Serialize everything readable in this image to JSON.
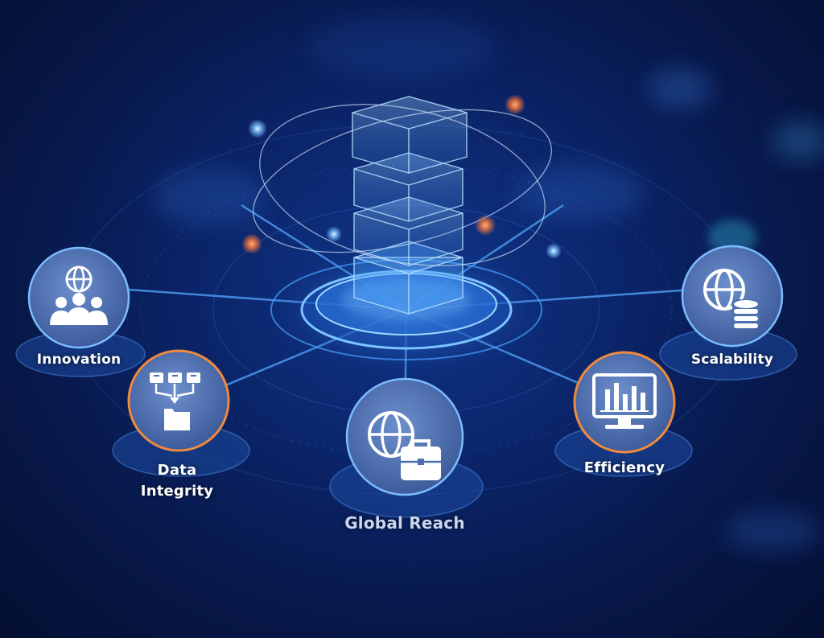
{
  "colors": {
    "background": "#0b2468",
    "node_fill": "#4d6fb0",
    "node_ring_blue": "#6fb3ff",
    "node_ring_orange": "#f08a3c",
    "glow": "#5fb4ff",
    "orange_dot": "#ff7a3a",
    "label": "#ffffff"
  },
  "nodes": [
    {
      "id": "innovation",
      "label": "Innovation",
      "icon": "people-globe-icon",
      "ring": "blue"
    },
    {
      "id": "data-integrity",
      "label": "Data Integrity",
      "label_lines": [
        "Data",
        "Integrity"
      ],
      "icon": "data-flow-folder-icon",
      "ring": "orange"
    },
    {
      "id": "global-reach",
      "label": "Global Reach",
      "icon": "globe-briefcase-icon",
      "ring": "blue"
    },
    {
      "id": "efficiency",
      "label": "Efficiency",
      "icon": "monitor-chart-icon",
      "ring": "orange"
    },
    {
      "id": "scalability",
      "label": "Scalability",
      "icon": "globe-database-icon",
      "ring": "blue"
    }
  ],
  "center": {
    "icon": "stacked-cube-tower-icon"
  }
}
